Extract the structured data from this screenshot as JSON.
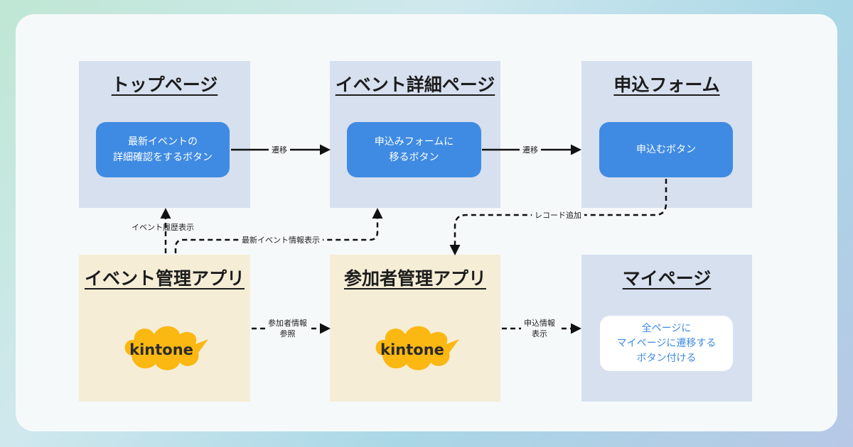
{
  "panels": {
    "top_page": {
      "title": "トップページ",
      "button": "最新イベントの\n詳細確認をするボタン"
    },
    "event_detail": {
      "title": "イベント詳細ページ",
      "button": "申込みフォームに\n移るボタン"
    },
    "apply_form": {
      "title": "申込フォーム",
      "button": "申込むボタン"
    },
    "event_app": {
      "title": "イベント管理アプリ",
      "logo_text": "kintone"
    },
    "participant_app": {
      "title": "参加者管理アプリ",
      "logo_text": "kintone"
    },
    "my_page": {
      "title": "マイページ",
      "box": "全ページに\nマイページに遷移する\nボタン付ける"
    }
  },
  "edges": {
    "top_to_detail": "遷移",
    "detail_to_form": "遷移",
    "record_add": "レコード追加",
    "event_history": "イベント履歴表示",
    "latest_event_info": "最新イベント情報表示",
    "participant_ref": "参加者情報\n参照",
    "apply_info_display": "申込情報\n表示"
  },
  "colors": {
    "panel_blue": "#d7e0ef",
    "panel_cream": "#f5edd6",
    "button_blue": "#3f8be3",
    "kintone_yellow": "#fbb812"
  }
}
